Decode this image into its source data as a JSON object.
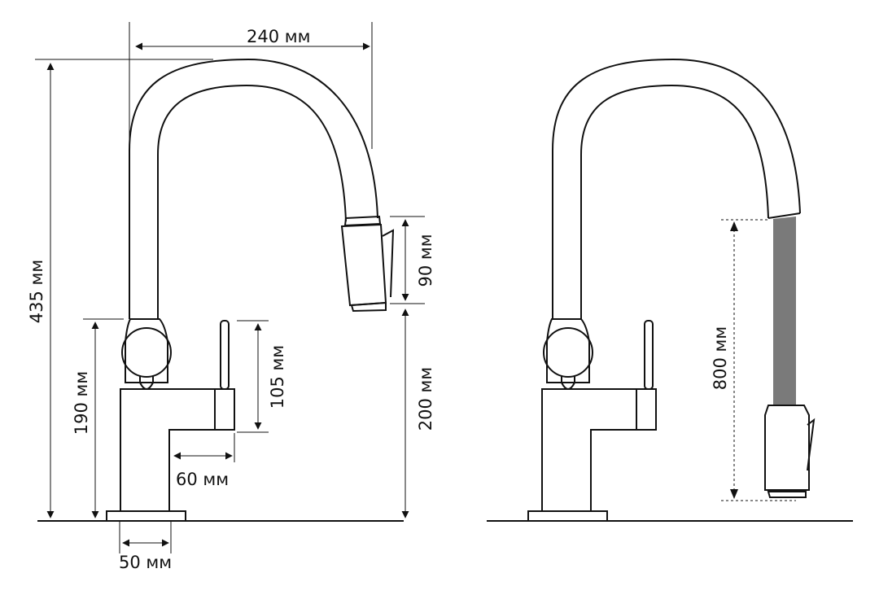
{
  "diagram": {
    "left_view": {
      "labels": {
        "spout_reach": "240 мм",
        "total_height": "435 мм",
        "head_length": "90 мм",
        "lever_height": "105 мм",
        "body_height": "190 мм",
        "outlet_height": "200 мм",
        "outlet_depth": "60 мм",
        "base_width": "50 мм"
      }
    },
    "right_view": {
      "labels": {
        "hose_extension": "800 мм"
      }
    },
    "colors": {
      "stroke": "#111111",
      "hose": "#7a7a7a",
      "background": "#ffffff"
    }
  }
}
